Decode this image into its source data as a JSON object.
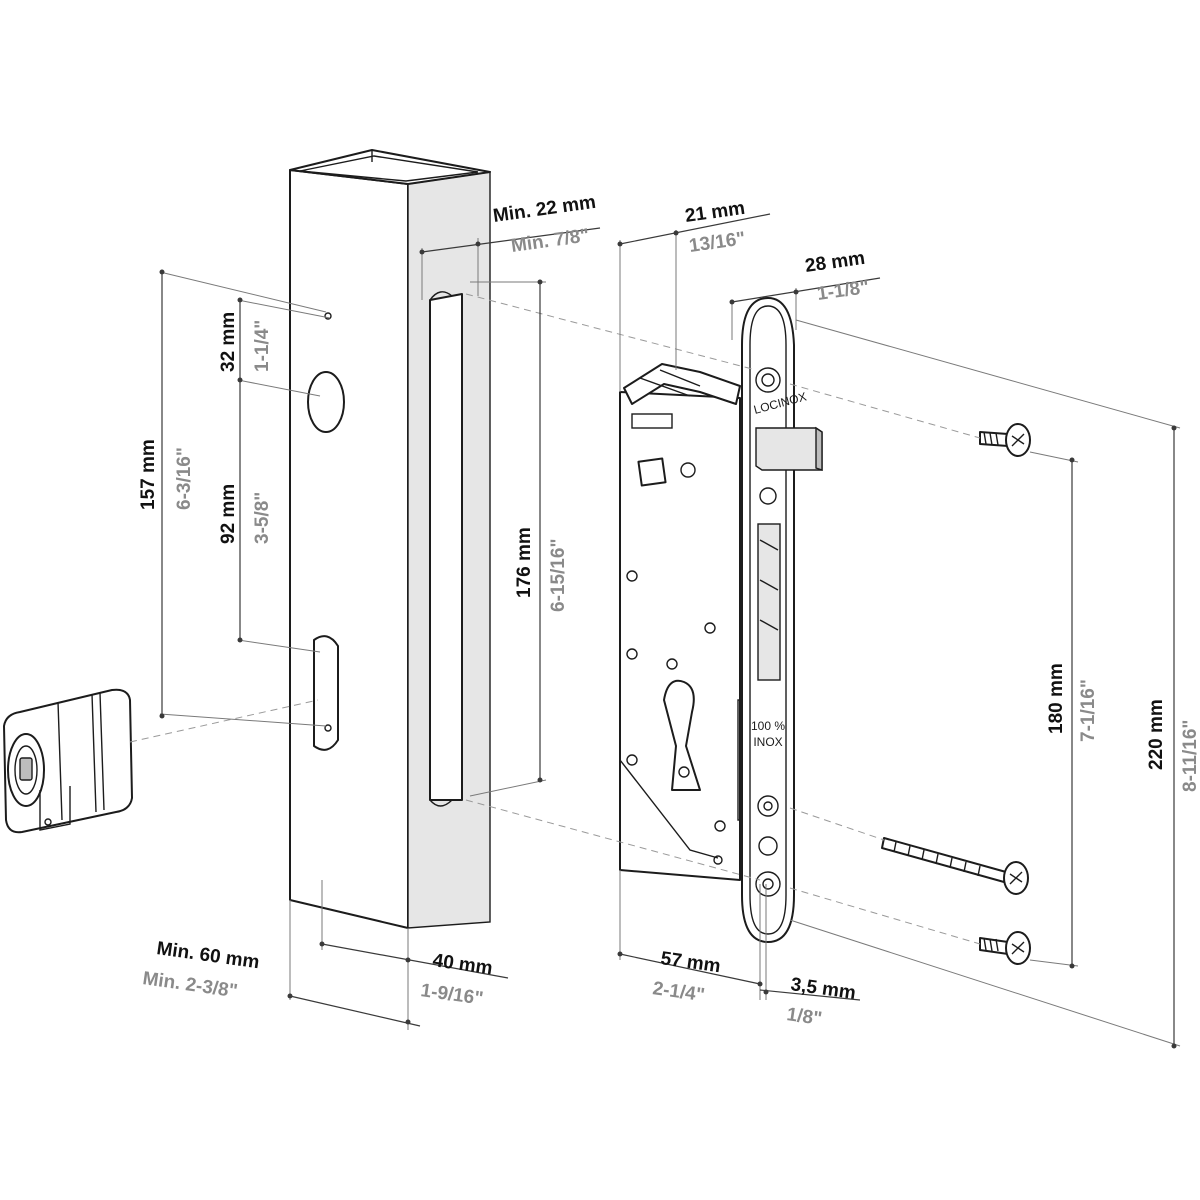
{
  "dimensions": {
    "min_22": {
      "mm": "Min. 22 mm",
      "inch": "Min. 7/8\""
    },
    "d21": {
      "mm": "21 mm",
      "inch": "13/16\""
    },
    "d28": {
      "mm": "28 mm",
      "inch": "1-1/8\""
    },
    "d157": {
      "mm": "157 mm",
      "inch": "6-3/16\""
    },
    "d32": {
      "mm": "32 mm",
      "inch": "1-1/4\""
    },
    "d92": {
      "mm": "92 mm",
      "inch": "3-5/8\""
    },
    "d176": {
      "mm": "176 mm",
      "inch": "6-15/16\""
    },
    "d180": {
      "mm": "180 mm",
      "inch": "7-1/16\""
    },
    "d220": {
      "mm": "220 mm",
      "inch": "8-11/16\""
    },
    "min_60": {
      "mm": "Min. 60 mm",
      "inch": "Min. 2-3/8\""
    },
    "d40": {
      "mm": "40 mm",
      "inch": "1-9/16\""
    },
    "d57": {
      "mm": "57 mm",
      "inch": "2-1/4\""
    },
    "d3_5": {
      "mm": "3,5 mm",
      "inch": "1/8\""
    }
  },
  "labels": {
    "brand": "LOCINOX",
    "material_line1": "100 %",
    "material_line2": "INOX"
  },
  "colors": {
    "metric": "#111111",
    "imperial": "#8a8a8a",
    "line": "#1c1c1c"
  }
}
